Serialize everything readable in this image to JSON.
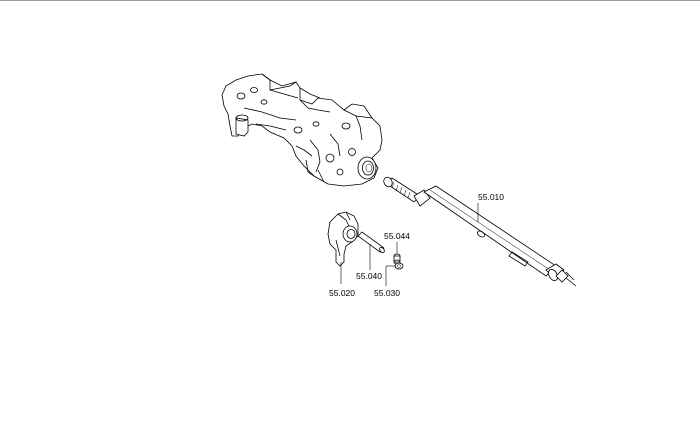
{
  "parts": [
    {
      "id": "shaft",
      "label": "55.010"
    },
    {
      "id": "bolt",
      "label": "55.044"
    },
    {
      "id": "pin",
      "label": "55.040"
    },
    {
      "id": "fork",
      "label": "55.020"
    },
    {
      "id": "washer",
      "label": "55.030"
    }
  ]
}
